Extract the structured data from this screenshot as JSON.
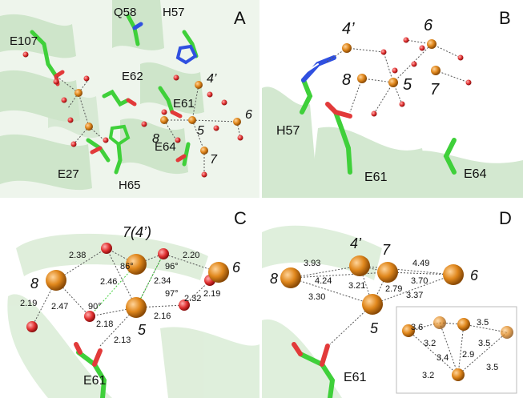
{
  "panels": {
    "A": {
      "letter": "A",
      "residues": [
        "Q58",
        "H57",
        "E107",
        "E62",
        "E61",
        "E27",
        "H65",
        "E64"
      ],
      "ions": [
        "4’",
        "6",
        "5",
        "8",
        "7"
      ]
    },
    "B": {
      "letter": "B",
      "residues": [
        "H57",
        "E61",
        "E64"
      ],
      "ions": [
        "4’",
        "6",
        "8",
        "5",
        "7"
      ]
    },
    "C": {
      "letter": "C",
      "residue": "E61",
      "ions": [
        "8",
        "7(4’)",
        "6",
        "5"
      ],
      "distances": [
        "2.38",
        "86°",
        "2.20",
        "96°",
        "2.46",
        "2.34",
        "2.19",
        "2.19",
        "2.47",
        "90°",
        "97°",
        "2.32",
        "2.18",
        "2.16",
        "2.13"
      ]
    },
    "D": {
      "letter": "D",
      "residue": "E61",
      "ions": [
        "4’",
        "7",
        "8",
        "6",
        "5"
      ],
      "distances": [
        "3.93",
        "4.49",
        "4.24",
        "3.21",
        "2.79",
        "3.70",
        "3.30",
        "3.37"
      ],
      "inset_distances": [
        "3.6",
        "3.5",
        "3.2",
        "3.5",
        "3.4",
        "2.9",
        "3.2",
        "3.5"
      ]
    }
  },
  "colors": {
    "helix": "#cfe6cc",
    "carbon": "#3fd03a",
    "oxygen": "#e23a3a",
    "nitrogen": "#3050e0",
    "ion": "#e08a1e",
    "water": "#e05050"
  }
}
